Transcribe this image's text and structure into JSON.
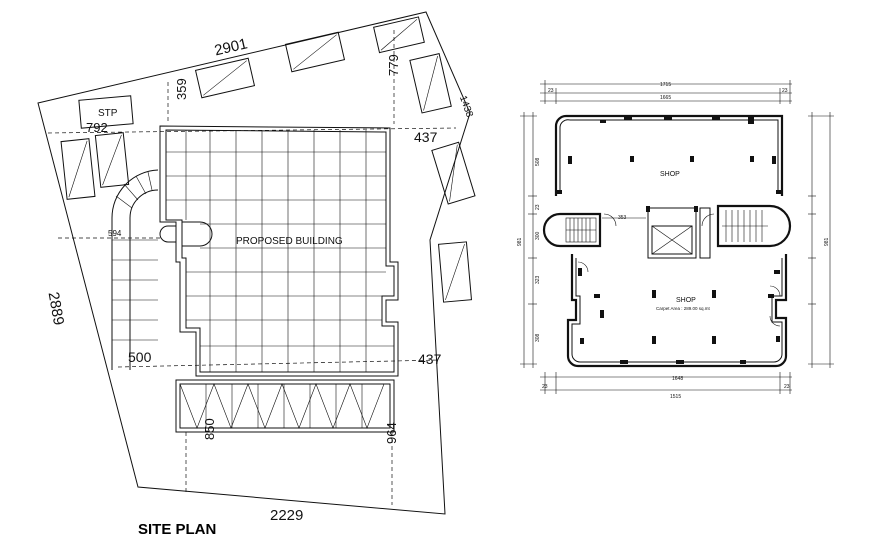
{
  "site_plan": {
    "title": "SITE PLAN",
    "labels": {
      "top": "2901",
      "left": "2889",
      "bottom": "2229",
      "stp": "STP",
      "building": "PROPOSED BUILDING",
      "d359": "359",
      "d779": "779",
      "d1438": "1438",
      "d792": "792",
      "d437a": "437",
      "d437b": "437",
      "d500": "500",
      "d594": "594",
      "d850": "850",
      "d964": "964"
    }
  },
  "floor_plan": {
    "rooms": {
      "shop_top": "SHOP",
      "shop_bottom": "SHOP",
      "carpet": "Carpet Area : 289.00 sq.mt"
    },
    "dims": {
      "top_total": "1715",
      "top_inner": "1665",
      "top_left": "23",
      "top_right": "23",
      "bottom_inner": "1648",
      "bottom_total": "1515",
      "bottom_left": "23",
      "bottom_right": "23",
      "left_total": "981",
      "right_total": "981",
      "mid": "353",
      "side_508": "508",
      "side_23": "23",
      "side_300": "300",
      "side_323": "323",
      "side_308": "308"
    }
  }
}
